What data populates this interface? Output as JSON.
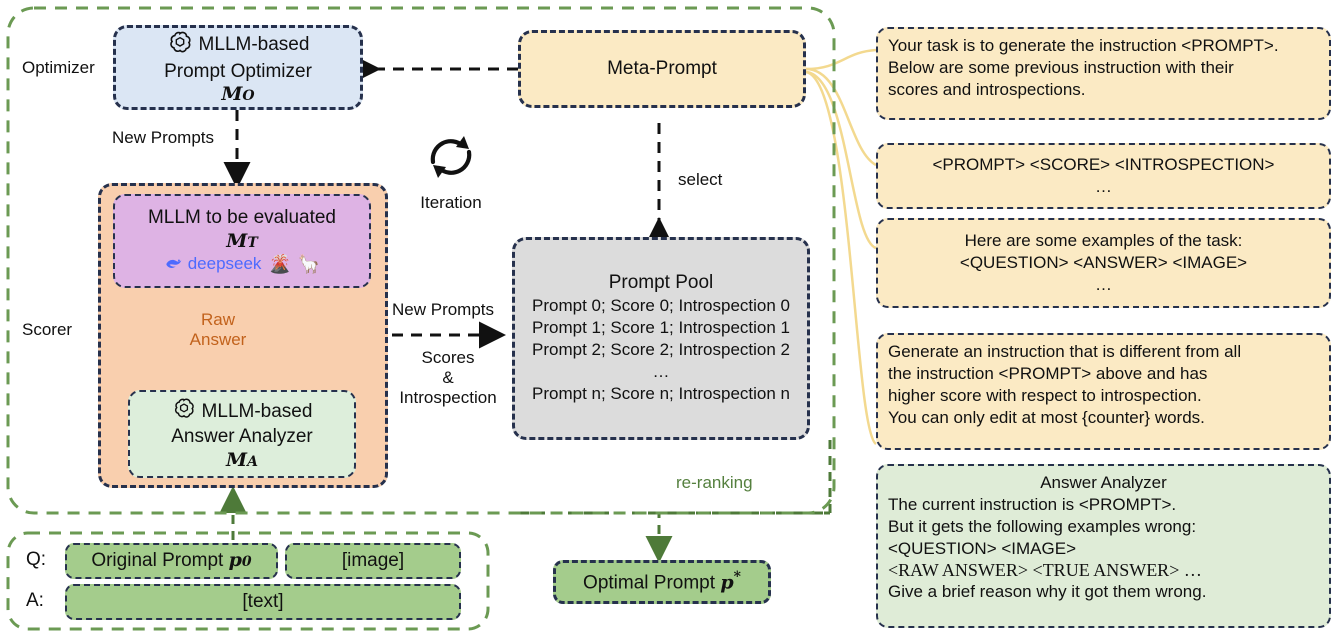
{
  "figure": {
    "outer_region_labels": {
      "optimizer": "Optimizer",
      "scorer": "Scorer"
    },
    "optimizer_box": {
      "icon": "openai-logo-icon",
      "line1": "MLLM-based",
      "line2": "Prompt Optimizer",
      "symbol": "M",
      "symbol_sub": "O"
    },
    "edge_labels": {
      "new_prompts_down": "New Prompts",
      "new_prompts_right": "New Prompts",
      "raw_answer": "Raw\nAnswer",
      "raw_answer_line1": "Raw",
      "raw_answer_line2": "Answer",
      "scores_line1": "Scores",
      "scores_line2": "&",
      "scores_line3": "Introspection",
      "select": "select",
      "re_ranking": "re-ranking",
      "iteration": "Iteration"
    },
    "target_mllm_box": {
      "title": "MLLM to be evaluated",
      "symbol": "M",
      "symbol_sub": "T",
      "logos": [
        "deepseek-logo-icon",
        "volcano-emoji-icon",
        "llama-emoji-icon"
      ],
      "deepseek_label": "deepseek"
    },
    "answer_analyzer_box": {
      "icon": "openai-logo-icon",
      "line1": "MLLM-based",
      "line2": "Answer Analyzer",
      "symbol": "M",
      "symbol_sub": "A"
    },
    "meta_prompt_box": {
      "title": "Meta-Prompt"
    },
    "prompt_pool_box": {
      "title": "Prompt Pool",
      "rows": [
        "Prompt 0; Score 0; Introspection 0",
        "Prompt 1; Score 1; Introspection 1",
        "Prompt 2; Score 2; Introspection 2",
        "…",
        "Prompt n; Score n; Introspection n"
      ]
    },
    "qa_box": {
      "q_label": "Q:",
      "a_label": "A:",
      "original_prompt": "Original Prompt",
      "original_prompt_symbol": "p",
      "original_prompt_sub": "0",
      "image_token": "[image]",
      "text_token": "[text]"
    },
    "optimal_prompt_box": {
      "label": "Optimal Prompt",
      "symbol": "p",
      "symbol_sup": "*"
    },
    "meta_prompt_parts": [
      {
        "name": "task-instruction-card",
        "lines": [
          "Your task is to generate the instruction <PROMPT>.",
          "Below are some previous instruction with their",
          "scores and introspections."
        ],
        "align": "left"
      },
      {
        "name": "prompt-score-introspection-card",
        "lines": [
          "<PROMPT>  <SCORE>  <INTROSPECTION>",
          "…"
        ],
        "align": "center"
      },
      {
        "name": "examples-card",
        "lines": [
          "Here are some examples of the task:",
          "<QUESTION> <ANSWER> <IMAGE>",
          "…"
        ],
        "align": "center"
      },
      {
        "name": "generate-instruction-card",
        "lines": [
          "Generate an instruction that is different from all",
          "the instruction <PROMPT> above and has",
          "higher score with respect to introspection.",
          "You can only edit at most {counter} words."
        ],
        "align": "left"
      }
    ],
    "answer_analyzer_card": {
      "title": "Answer Analyzer",
      "lines": [
        "The current instruction is <PROMPT>.",
        "But it gets the following examples wrong:",
        "<QUESTION> <IMAGE>",
        "<RAW ANSWER> <TRUE ANSWER> …",
        "Give a brief reason why it got them wrong."
      ],
      "serif_line_index": 3
    },
    "colors": {
      "navy_border": "#26314d",
      "green_border": "#6b9a53",
      "blue_fill": "#dbe6f4",
      "orange_fill": "#f9cfae",
      "purple_fill": "#deb3e4",
      "mint_fill": "#ddeedb",
      "grey_fill": "#dcdcdc",
      "cream_fill": "#fbeac4",
      "green_fill": "#a4cc8c",
      "pale_green_fill": "#dfecd7",
      "raw_answer_text": "#c2621c",
      "re_ranking_text": "#55803f",
      "cream_wire": "#f3d98f"
    }
  }
}
